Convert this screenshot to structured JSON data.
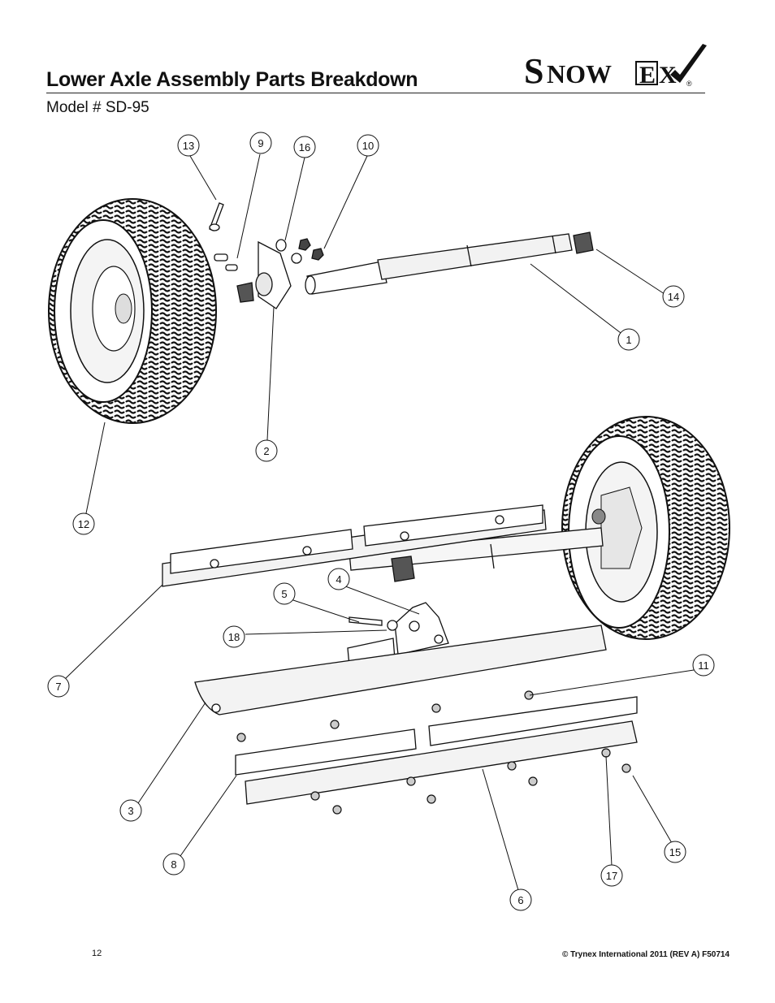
{
  "header": {
    "title": "Lower Axle Assembly Parts Breakdown",
    "subtitle": "Model # SD-95",
    "logo_text": "SnowEx",
    "logo_mark": "®",
    "brand_color": "#111111"
  },
  "callouts": [
    "13",
    "9",
    "16",
    "10",
    "14",
    "1",
    "2",
    "12",
    "4",
    "5",
    "18",
    "7",
    "11",
    "3",
    "8",
    "6",
    "17",
    "15"
  ],
  "footer": {
    "page_number": "12",
    "copyright": "© Trynex International 2011  (REV A) F50714"
  }
}
